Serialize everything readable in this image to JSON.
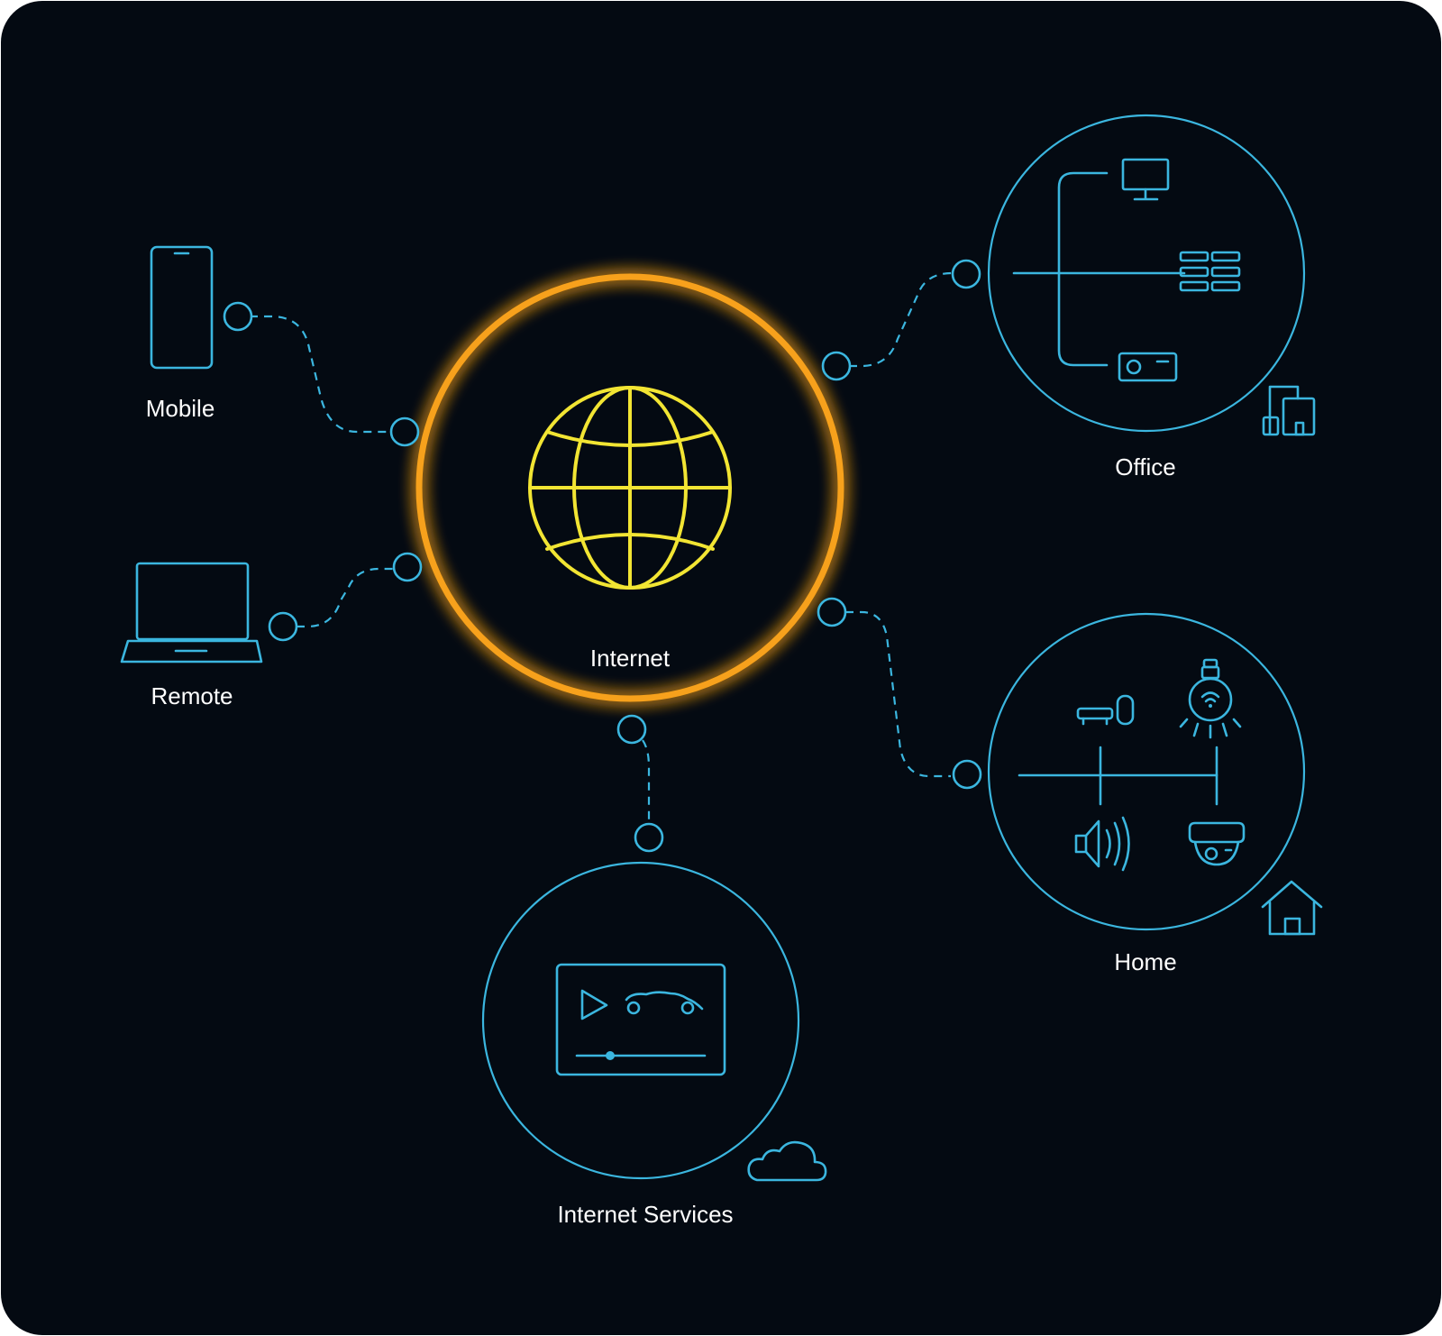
{
  "labels": {
    "internet": "Internet",
    "mobile": "Mobile",
    "remote": "Remote",
    "office": "Office",
    "home": "Home",
    "internet_services": "Internet Services"
  },
  "colors": {
    "background": "#040a12",
    "line": "#3bb6df",
    "hub_ring": "#f7a11a",
    "globe": "#f2e533",
    "text": "#ffffff"
  },
  "icons": {
    "hub": "globe-icon",
    "mobile": "smartphone-icon",
    "remote": "laptop-icon",
    "office": [
      "monitor-icon",
      "server-rack-icon",
      "projector-icon",
      "buildings-icon"
    ],
    "home": [
      "tv-soundbar-icon",
      "smart-bulb-icon",
      "speaker-icon",
      "security-camera-icon",
      "house-icon"
    ],
    "internet_services": [
      "video-player-icon",
      "cloud-icon"
    ]
  }
}
